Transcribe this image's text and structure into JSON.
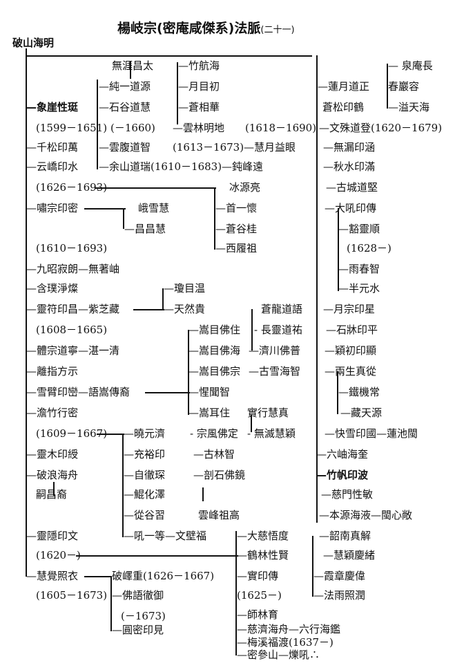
{
  "title": {
    "main": "楊岐宗(密庵咸傑系)法脈",
    "suffix": "(二十一)"
  },
  "root": "破山海明",
  "nodes": [
    "—象崖性珽",
    "(1599－1651)",
    "—千松印萬",
    "—云嶠印水",
    "(1626－1693)",
    "—嘯宗印密",
    "(1610－1693)",
    "—九昭寂朗—無著岫",
    "—含璞淨燦",
    "—靈符印昌—紫芝藏",
    "(1608－1665)",
    "—體宗道寧—湛一清",
    "—離指方示",
    "—雪臂印巒—語嵩傳裔",
    "—澹竹行密",
    "(1609－1667)",
    "—靈木印綬",
    "—破浪海舟",
    "嗣昌裔",
    "—靈隱印文",
    "(1620－)",
    "—慧覺照衣",
    "(1605－1673)",
    "無涯昌太",
    "—純一道源",
    "—石谷道慧",
    "(－1660)",
    "—雲腹道智",
    "—余山道瑞(1610－1683)—鈍峰遠",
    "(1613－1673)—慧月益眼",
    "—竹航海",
    "—月目初",
    "—蒼相華",
    "—雲林明地",
    "(1618－1690)",
    "冰源亮",
    "—首一懷",
    "—蒼谷桂",
    "—西履祖",
    "峨雪慧",
    "—昌昌慧",
    "—瓊目温",
    "—天然貴",
    "—嵩目佛住",
    "—嵩目佛海",
    "—嵩目佛宗",
    "—惺聞智",
    "—嵩耳住",
    "- 宗風佛定",
    "—古林智",
    "—剖石佛鏡",
    "雲峰祖高",
    "蒼龍道語",
    "- 長靈道祐",
    "—濟川佛普",
    "—古雪海智",
    "實行慧真",
    "- 無滅慧穎",
    "—曉元濟",
    "—充裕印",
    "—自徹琛",
    "—鯤化澤",
    "—從谷習",
    "—吼一等—文壁福",
    "—大慈悟度",
    "—鶴林性賢",
    "—實印傳",
    "(1625－)",
    "—師林育",
    "—慈濟海舟—六行海鑑",
    "—梅溪福渡(1637－)",
    "—密參山—爍吼∴",
    "—韶南真解",
    "—慧穎慶緒",
    "—霞章慶偉",
    "—法雨照潤",
    "破嶧重(1626－1667)",
    "—佛語徹御",
    "(－1673)",
    "—圓密印見",
    "—蓮月道正",
    "蒼松印鶴",
    "—文殊道登(1620－1679)",
    "—無漏印涵",
    "—秋水印滿",
    "—古城道堅",
    "—大吼印傳",
    "—豁靈順",
    "(1628－)",
    "—雨春智",
    "—半元水",
    "—月宗印星",
    "—石牀印平",
    "—穎初印顯",
    "—兩生真從",
    "—鐵機常",
    "—藏天源",
    "—快雪印國—蓮池閩",
    "—六岫海奎",
    "—竹帆印波",
    "—慈門性敏",
    "—本源海液—閩心敞",
    "— 泉庵長",
    "春巖容",
    "—溢天海"
  ]
}
